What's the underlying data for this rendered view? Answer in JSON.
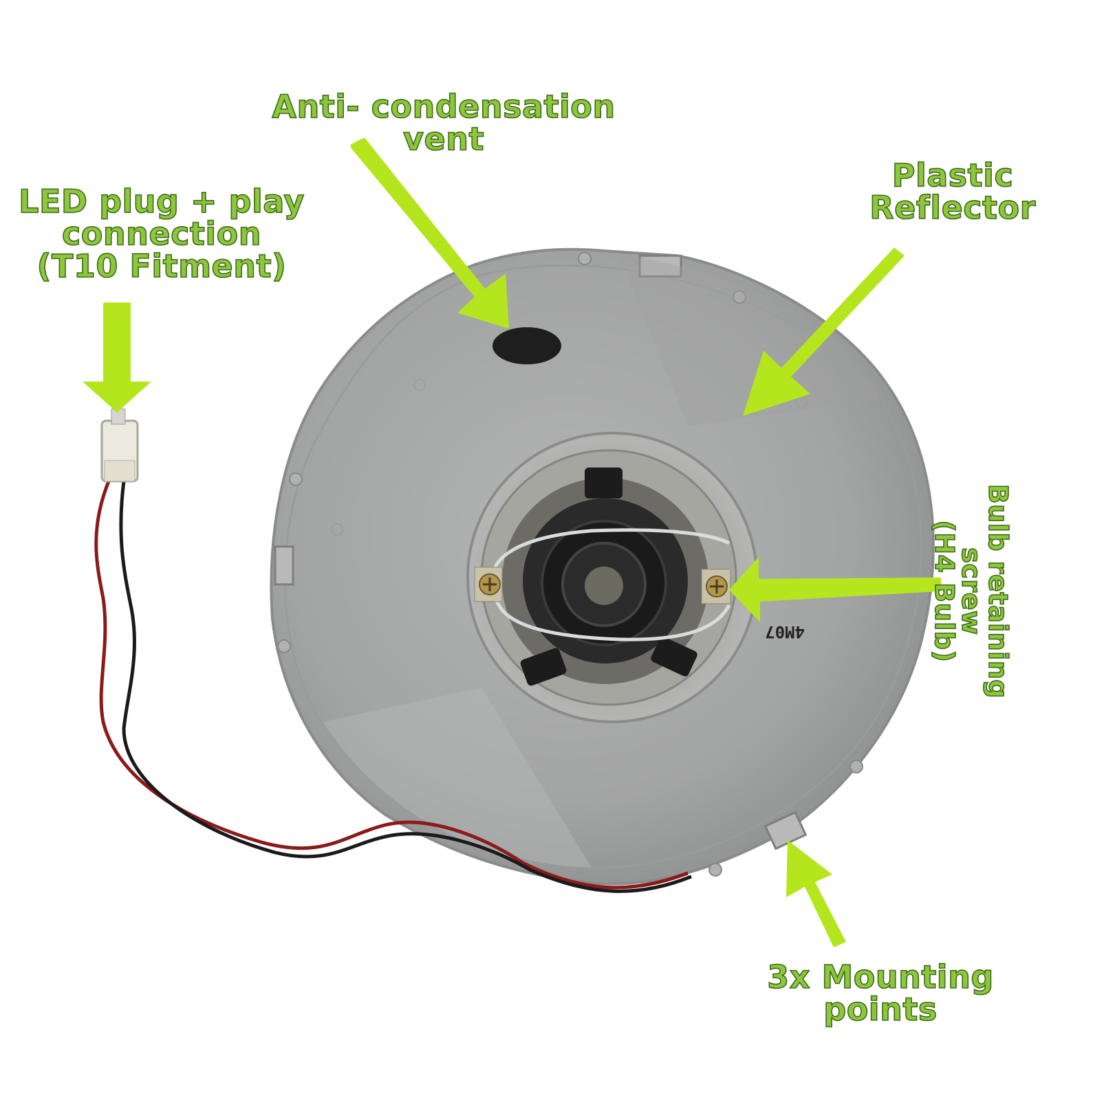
{
  "labels": {
    "vent": "Anti- condensation\nvent",
    "led": "LED plug + play\nconnection\n(T10 Fitment)",
    "reflector": "Plastic\nReflector",
    "screw": "Bulb retaining screw\n(H4 Bulb)",
    "mount": "3x Mounting\npoints"
  },
  "housing_marking": "4M07",
  "colors": {
    "label_fill": "#8dc63f",
    "label_outline": "#3f6b16",
    "arrow": "#b5e61d",
    "housing": "#a7a8a8",
    "background": "#ffffff"
  }
}
